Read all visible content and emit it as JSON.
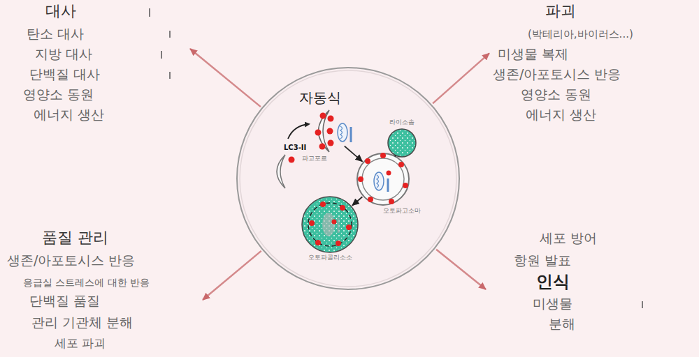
{
  "diagram": {
    "nodes": [
      {
        "text": [
          "대사",
          "탄소 대사",
          "지방 대사",
          "단백질 대사",
          "영양소 동원",
          "에너지 생산"
        ]
      },
      {
        "text": [
          "파괴",
          "(박테리아,바이러스...)",
          "미생물 복제",
          "생존/아포토시스 반응",
          "영양소 동원",
          "에너지 생산"
        ]
      },
      {
        "text": [
          "자동식"
        ]
      },
      {
        "text": [
          "파고포르"
        ],
        "in": 2
      },
      {
        "text": [
          "라이소솜"
        ],
        "in": 2
      },
      {
        "text": [
          "오토파고소마"
        ],
        "in": 2
      },
      {
        "text": [
          "오토파골리소소"
        ],
        "in": 2
      },
      {
        "text": [
          "품질 관리",
          "생존/아포토시스 반응",
          "응급실 스트레스에 대한 반응",
          "단백질 품질",
          "관리 기관체 분해",
          "세포 파괴"
        ]
      },
      {
        "text": [
          "세포 방어",
          "항원 발표",
          "인식",
          "미생물",
          "분해"
        ]
      }
    ],
    "edges": [
      {
        "from": 2,
        "to": 0,
        "arrow": "to"
      },
      {
        "from": 2,
        "to": 1,
        "arrow": "to"
      },
      {
        "from": 3,
        "to": 5,
        "arrow": "to"
      },
      {
        "from": 4,
        "to": 5,
        "arrow": "none"
      },
      {
        "from": 5,
        "to": 6,
        "arrow": "to"
      },
      {
        "from": 2,
        "to": 7,
        "arrow": "to"
      },
      {
        "from": 2,
        "to": 8,
        "arrow": "to"
      }
    ],
    "labels": [
      "LC3-II"
    ]
  }
}
